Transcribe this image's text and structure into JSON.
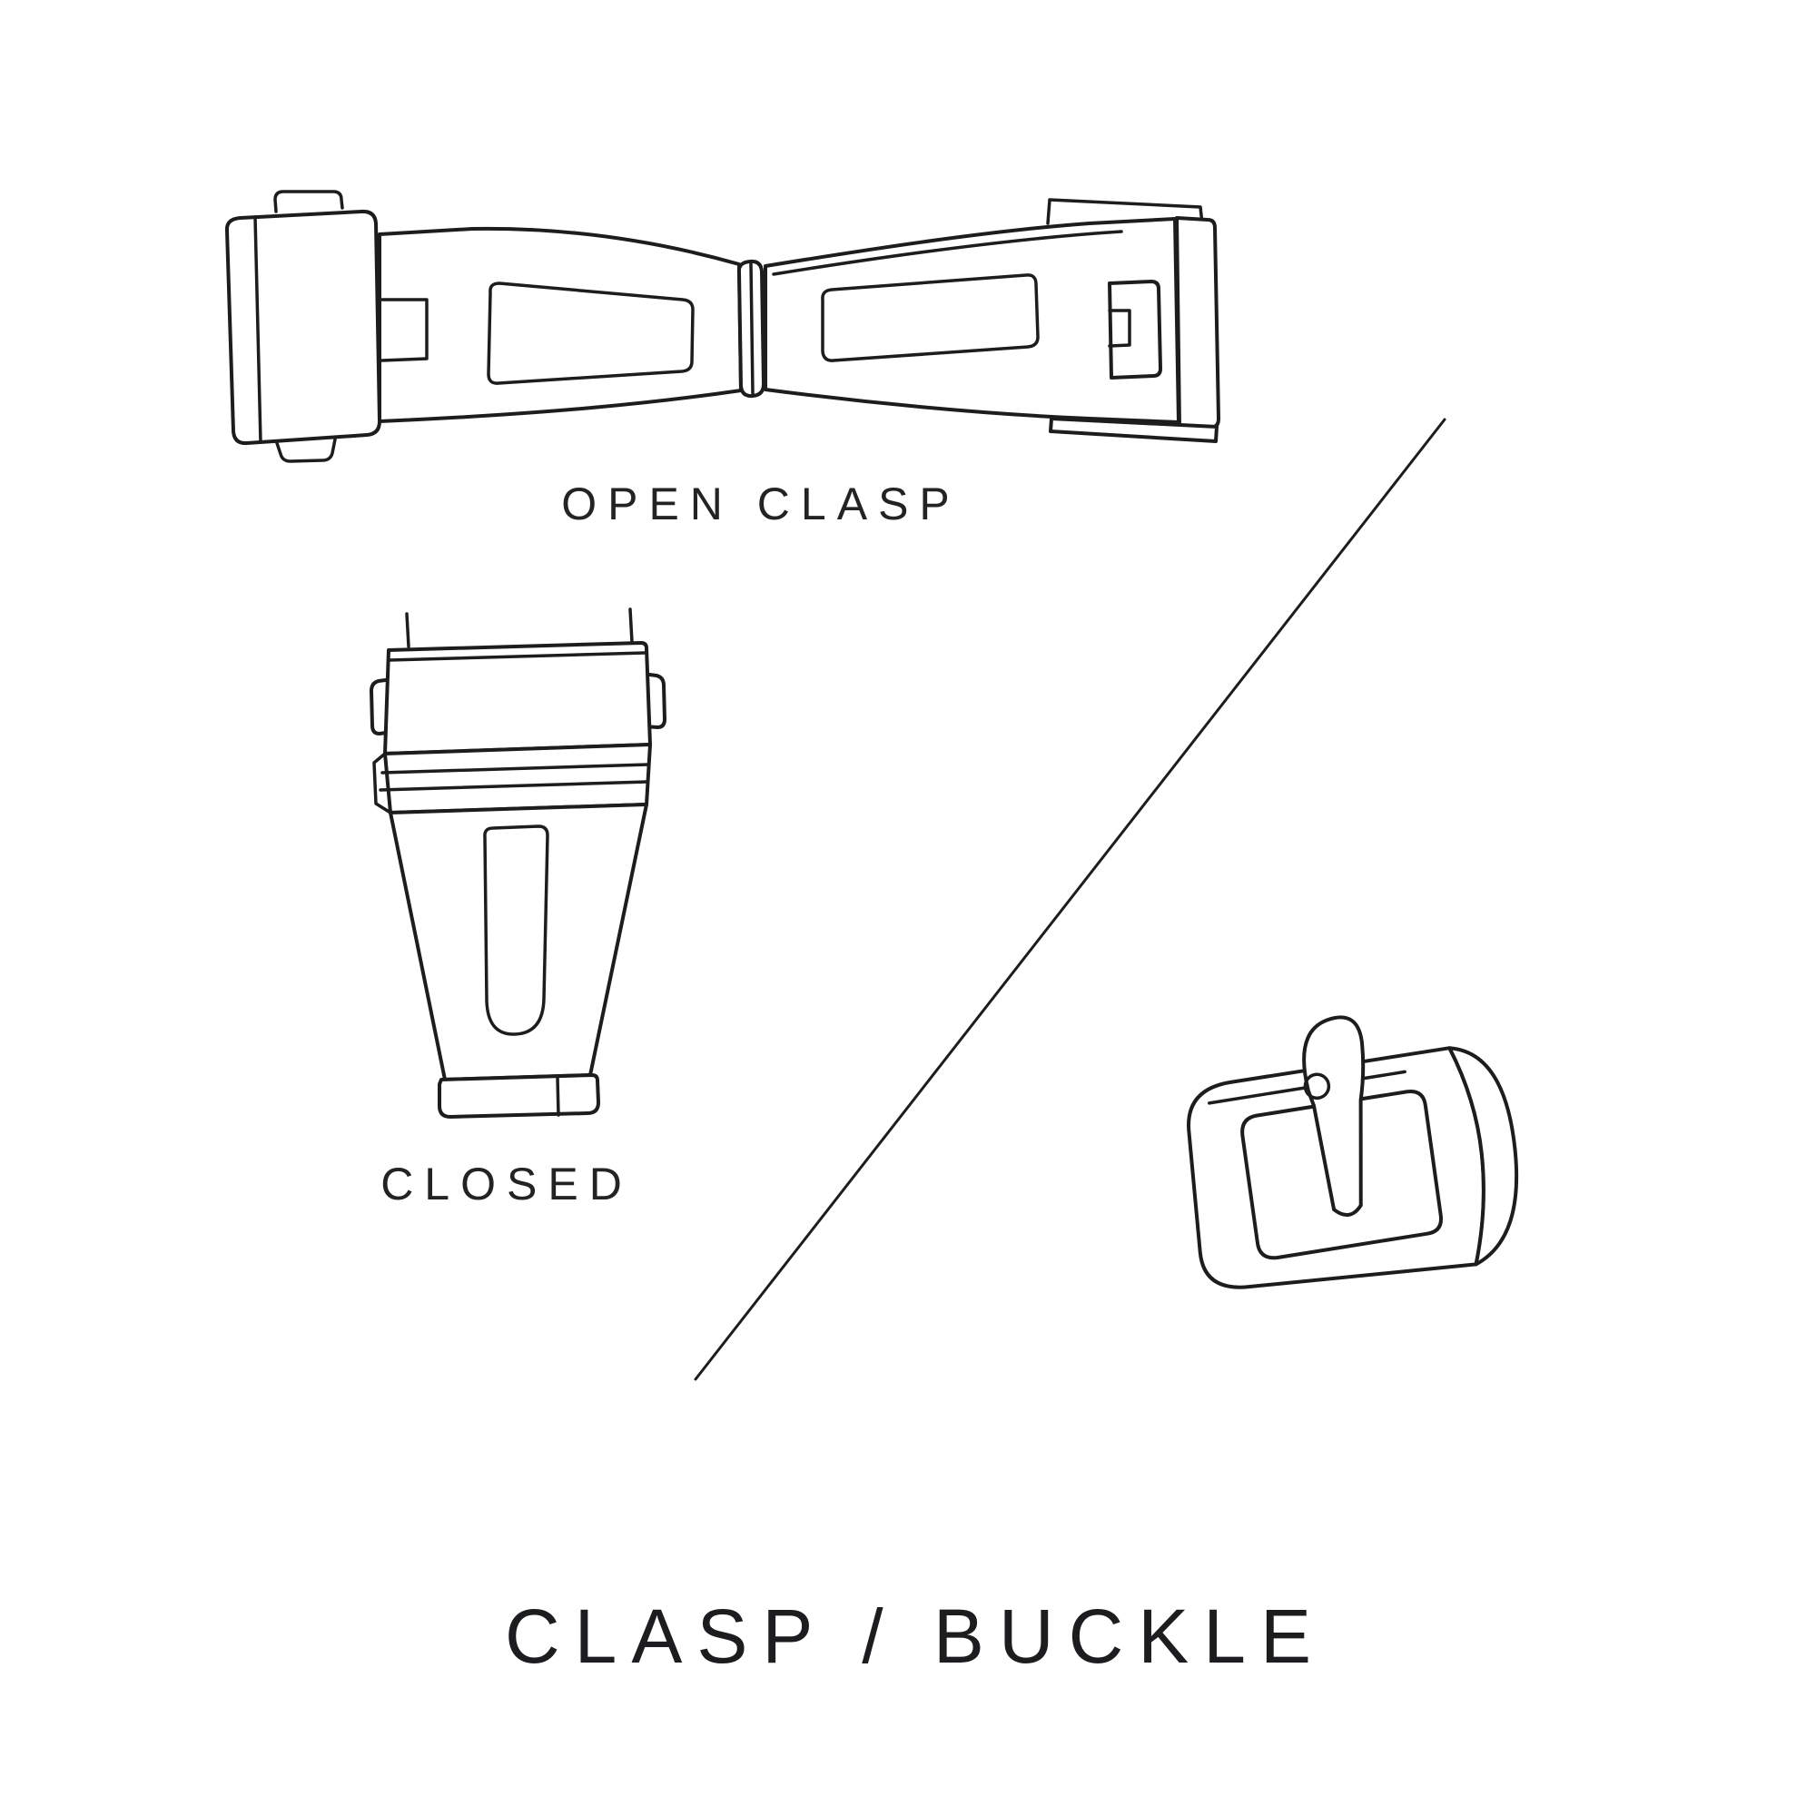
{
  "meta": {
    "ink_color": "#1d1d1f",
    "background_color": "#ffffff"
  },
  "figure": {
    "title": "CLASP / BUCKLE",
    "items": [
      {
        "id": "open-clasp",
        "caption": "OPEN CLASP"
      },
      {
        "id": "closed-clasp",
        "caption": "CLOSED"
      },
      {
        "id": "tang-buckle",
        "caption": ""
      }
    ]
  }
}
